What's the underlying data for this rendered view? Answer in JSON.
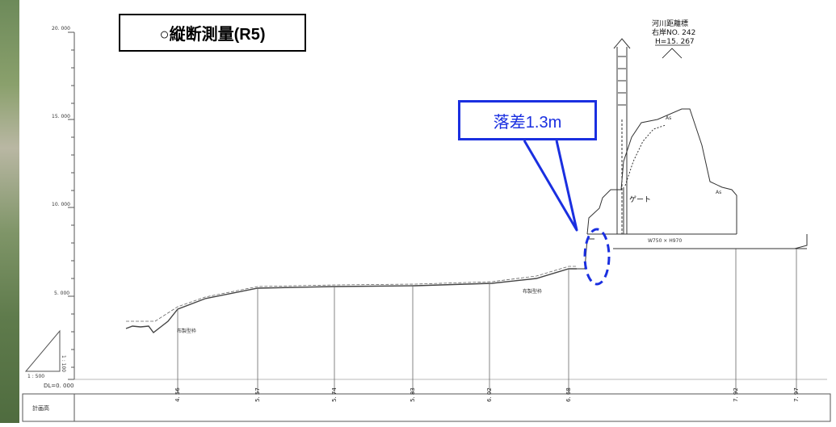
{
  "title": "○縦断測量(R5)",
  "callout": "落差1.3m",
  "river_marker": {
    "line1": "河川距離標",
    "line2": "右岸NO. 242",
    "line3": "H=15. 267"
  },
  "y_axis": {
    "ticks": [
      "20. 000",
      "15. 000",
      "10. 000",
      "5. 000"
    ],
    "datum": "DL=0. 000"
  },
  "scale_label": "1 : 500",
  "scale_vertical": "1 : 100",
  "annotations": {
    "cloth_frame_1": "布製型枠",
    "cloth_frame_2": "布製型枠",
    "culvert": "W750 × H970",
    "gate": "ゲート",
    "asphalt_1": "As",
    "asphalt_2": "As"
  },
  "table": {
    "row_label": "計画高",
    "values": [
      "4. 56",
      "5. 57",
      "5. 74",
      "5. 83",
      "6. 02",
      "6. 68",
      "7. 92",
      "7. 97"
    ]
  },
  "colors": {
    "callout": "#1a2fe0",
    "line": "#444444"
  }
}
